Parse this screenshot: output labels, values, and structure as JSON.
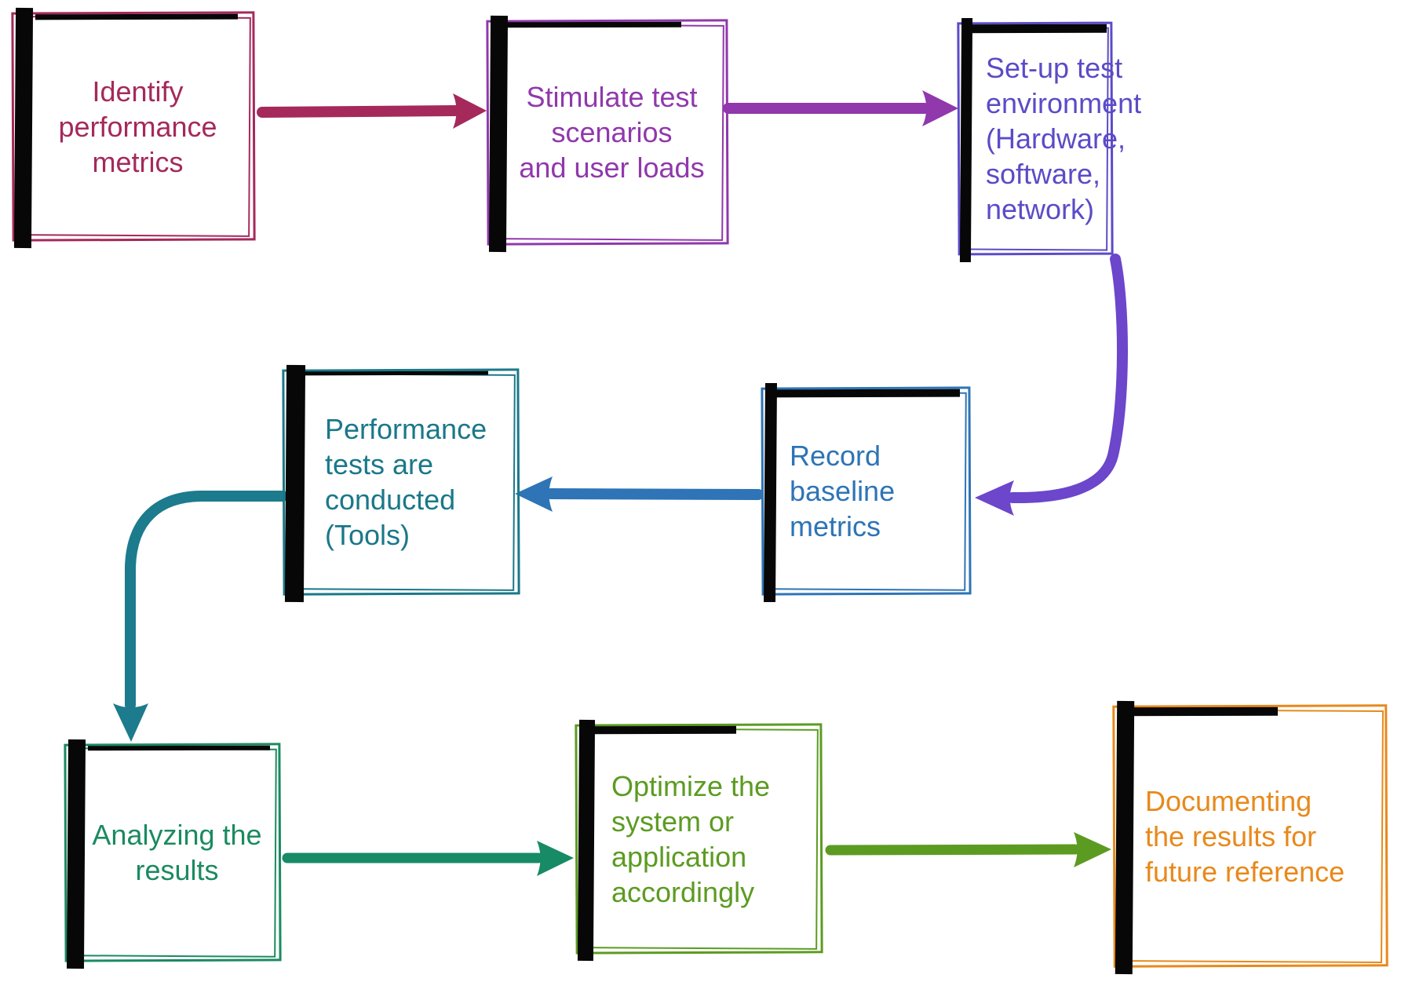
{
  "flowchart": {
    "description": "Performance testing process flow diagram",
    "nodes": [
      {
        "id": "identify-performance-metrics",
        "text": "Identify\nperformance\nmetrics",
        "color": "#A5295B"
      },
      {
        "id": "stimulate-test-scenarios",
        "text": "Stimulate test\nscenarios\nand user loads",
        "color": "#9038AC"
      },
      {
        "id": "setup-test-environment",
        "text": "Set-up test\nenvironment\n(Hardware,\nsoftware,\nnetwork)",
        "color": "#5B4BC7"
      },
      {
        "id": "record-baseline-metrics",
        "text": "Record\nbaseline\nmetrics",
        "color": "#2E74B6"
      },
      {
        "id": "performance-tests-conducted",
        "text": "Performance\ntests are\nconducted\n(Tools)",
        "color": "#1A7889"
      },
      {
        "id": "analyzing-the-results",
        "text": "Analyzing the\nresults",
        "color": "#1B8A61"
      },
      {
        "id": "optimize-system",
        "text": "Optimize the\nsystem or\napplication\naccordingly",
        "color": "#5C9B21"
      },
      {
        "id": "documenting-results",
        "text": "Documenting\nthe results for\nfuture reference",
        "color": "#E8891B"
      }
    ],
    "connectors": [
      {
        "from": "identify-performance-metrics",
        "to": "stimulate-test-scenarios",
        "color": "#A5295B"
      },
      {
        "from": "stimulate-test-scenarios",
        "to": "setup-test-environment",
        "color": "#9038AC"
      },
      {
        "from": "setup-test-environment",
        "to": "record-baseline-metrics",
        "color": "#6C46CB"
      },
      {
        "from": "record-baseline-metrics",
        "to": "performance-tests-conducted",
        "color": "#2E74B6"
      },
      {
        "from": "performance-tests-conducted",
        "to": "analyzing-the-results",
        "color": "#1C7B8D"
      },
      {
        "from": "analyzing-the-results",
        "to": "optimize-system",
        "color": "#178A66"
      },
      {
        "from": "optimize-system",
        "to": "documenting-results",
        "color": "#5C9B21"
      }
    ]
  }
}
